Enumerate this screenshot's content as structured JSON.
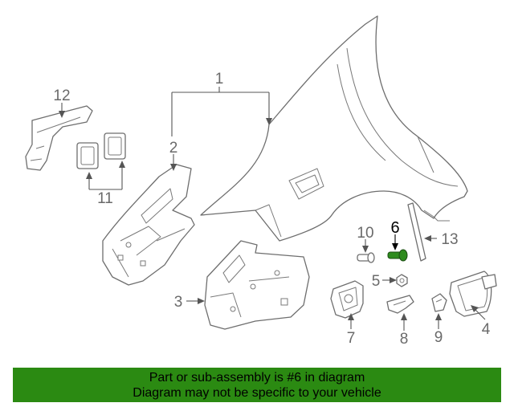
{
  "callouts": {
    "c1": "1",
    "c2": "2",
    "c3": "3",
    "c4": "4",
    "c5": "5",
    "c6": "6",
    "c7": "7",
    "c8": "8",
    "c9": "9",
    "c10": "10",
    "c11": "11",
    "c12": "12",
    "c13": "13"
  },
  "highlighted_part": "6",
  "banner": {
    "line1": "Part or sub-assembly is #6 in diagram",
    "line2": "Diagram may not be specific to your vehicle",
    "background_color": "#2b8a12"
  }
}
